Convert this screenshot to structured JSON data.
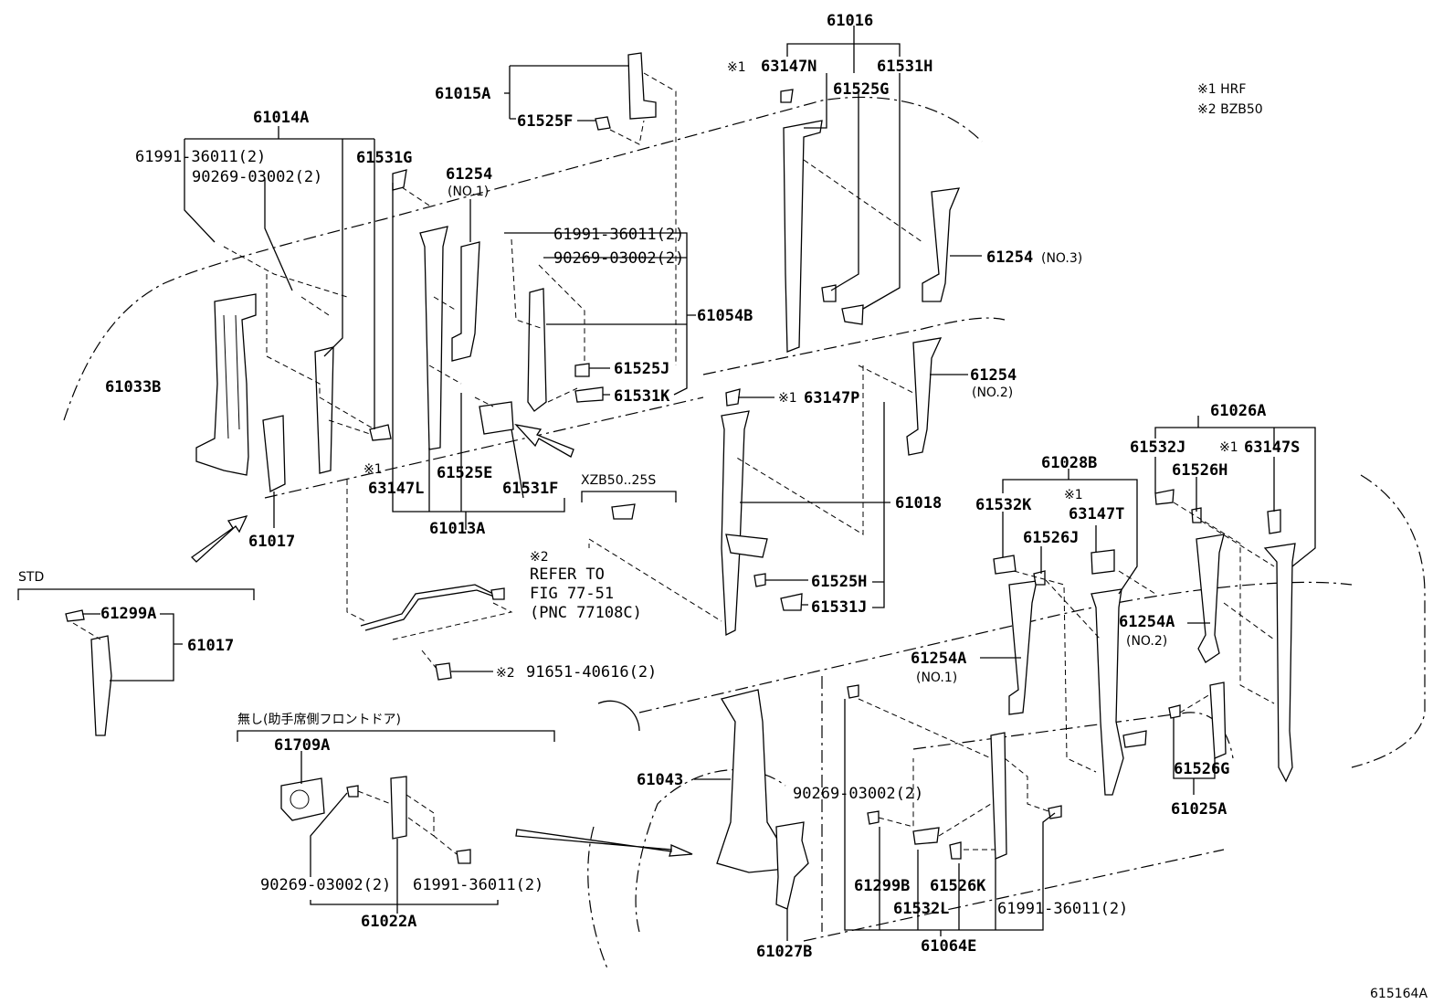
{
  "legend": {
    "note1": "※1 HRF",
    "note2": "※2 BZB50"
  },
  "figure_id": "615164A",
  "groups": {
    "std": "STD",
    "nashi": "無し(助手席側フロントドア)",
    "xzb": "XZB50..25S"
  },
  "labels": {
    "p61016": "61016",
    "p63147N_mark": "※1",
    "p63147N": "63147N",
    "p61531H": "61531H",
    "p61525G": "61525G",
    "p61015A": "61015A",
    "p61525F": "61525F",
    "p61014A": "61014A",
    "p61991_a": "61991-36011(2)",
    "p90269_a": "90269-03002(2)",
    "p61531G": "61531G",
    "p61254_1": "61254",
    "p61254_1_no": "(NO.1)",
    "p61991_b": "61991-36011(2)",
    "p90269_b": "90269-03002(2)",
    "p61054B": "61054B",
    "p61254_3": "61254",
    "p61254_3_no": "(NO.3)",
    "p61033B": "61033B",
    "p61525J": "61525J",
    "p61531K": "61531K",
    "p63147P_mark": "※1",
    "p63147P": "63147P",
    "p61254_2": "61254",
    "p61254_2_no": "(NO.2)",
    "p63147L_mark": "※1",
    "p63147L": "63147L",
    "p61525E": "61525E",
    "p61531F": "61531F",
    "p61013A": "61013A",
    "p61017": "61017",
    "p61018": "61018",
    "p61026A": "61026A",
    "p61532J": "61532J",
    "p63147S_mark": "※1",
    "p63147S": "63147S",
    "p61028B": "61028B",
    "p61526H": "61526H",
    "p61532K": "61532K",
    "p63147T_mark": "※1",
    "p63147T": "63147T",
    "p61526J": "61526J",
    "refer_mark": "※2",
    "refer1": "REFER TO",
    "refer2": "FIG 77-51",
    "refer3": "(PNC 77108C)",
    "p61525H": "61525H",
    "p61531J": "61531J",
    "p61299A": "61299A",
    "p61017_std": "61017",
    "p91651_mark": "※2",
    "p91651": "91651-40616(2)",
    "p61254A_2": "61254A",
    "p61254A_2_no": "(NO.2)",
    "p61254A_1": "61254A",
    "p61254A_1_no": "(NO.1)",
    "p61709A": "61709A",
    "p61043": "61043",
    "p90269_c": "90269-03002(2)",
    "p61526G": "61526G",
    "p61025A": "61025A",
    "p90269_d": "90269-03002(2)",
    "p61991_d": "61991-36011(2)",
    "p61022A": "61022A",
    "p61299B": "61299B",
    "p61526K": "61526K",
    "p61532L": "61532L",
    "p61991_e": "61991-36011(2)",
    "p61064E": "61064E",
    "p61027B": "61027B"
  }
}
